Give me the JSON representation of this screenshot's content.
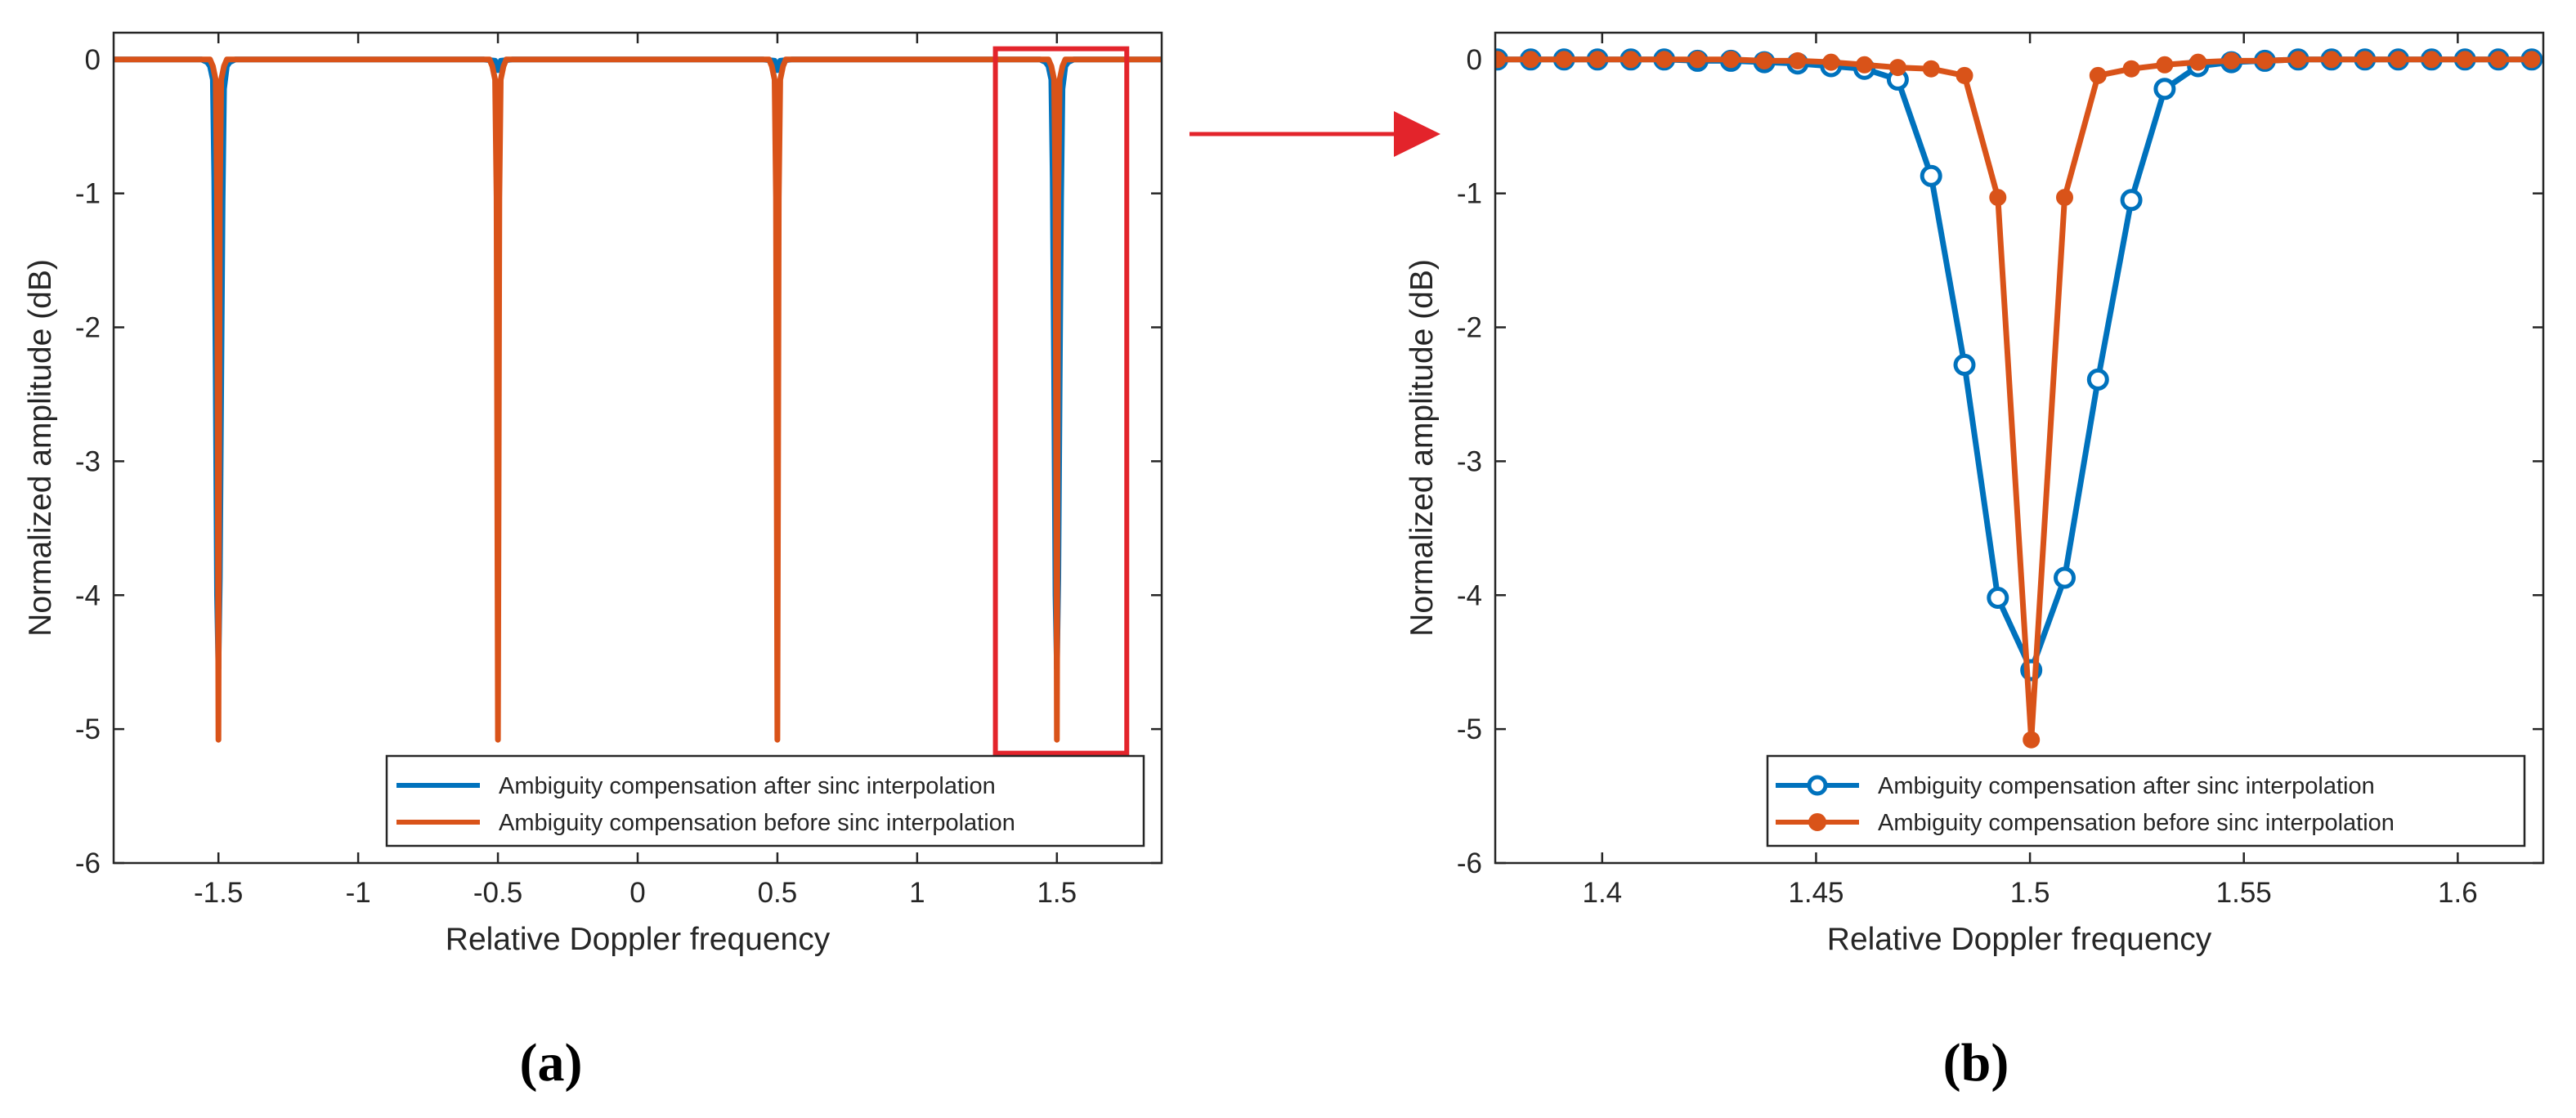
{
  "colors": {
    "series_after": "#0072BD",
    "series_before": "#D95319",
    "zoom_box": "#E3242B",
    "arrow": "#E3242B",
    "axis": "#262626"
  },
  "panels": [
    {
      "label": "(a)"
    },
    {
      "label": "(b)"
    }
  ],
  "chart_data": [
    {
      "type": "line",
      "xlabel": "Relative Doppler frequency",
      "ylabel": "Normalized amplitude (dB)",
      "xlim": [
        -1.875,
        1.875
      ],
      "ylim": [
        -6,
        0.2
      ],
      "xticks": [
        -1.5,
        -1,
        -0.5,
        0,
        0.5,
        1,
        1.5
      ],
      "xtick_labels": [
        "-1.5",
        "-1",
        "-0.5",
        "0",
        "0.5",
        "1",
        "1.5"
      ],
      "yticks": [
        0,
        -1,
        -2,
        -3,
        -4,
        -5,
        -6
      ],
      "ytick_labels": [
        "0",
        "-1",
        "-2",
        "-3",
        "-4",
        "-5",
        "-6"
      ],
      "grid": false,
      "legend_position": "bottom-right",
      "zoom_box": {
        "x": [
          1.28,
          1.75
        ],
        "y": [
          -5.18,
          0.08
        ]
      },
      "series": [
        {
          "name": "Ambiguity compensation after sinc interpolation",
          "x": [
            -1.875,
            -1.56,
            -1.54,
            -1.53,
            -1.52,
            -1.515,
            -1.51,
            -1.505,
            -1.5,
            -1.495,
            -1.49,
            -1.485,
            -1.48,
            -1.47,
            -1.46,
            -1.44,
            -0.55,
            -0.51,
            -0.505,
            -0.5,
            -0.495,
            -0.49,
            -0.45,
            0.45,
            0.49,
            0.495,
            0.5,
            0.505,
            0.51,
            0.55,
            1.44,
            1.46,
            1.47,
            1.48,
            1.485,
            1.49,
            1.495,
            1.5,
            1.505,
            1.51,
            1.515,
            1.52,
            1.53,
            1.54,
            1.56,
            1.875
          ],
          "y": [
            0,
            0,
            -0.02,
            -0.05,
            -0.15,
            -0.88,
            -2.3,
            -4.0,
            -4.55,
            -3.87,
            -2.4,
            -1.05,
            -0.22,
            -0.05,
            -0.02,
            0,
            0,
            -0.01,
            -0.06,
            -0.08,
            -0.06,
            -0.01,
            0,
            0,
            -0.01,
            -0.06,
            -0.08,
            -0.06,
            -0.01,
            0,
            0,
            -0.02,
            -0.05,
            -0.15,
            -0.88,
            -2.3,
            -4.0,
            -4.55,
            -3.87,
            -2.4,
            -1.05,
            -0.22,
            -0.05,
            -0.02,
            0,
            0
          ]
        },
        {
          "name": "Ambiguity compensation before sinc interpolation",
          "x": [
            -1.875,
            -1.53,
            -1.52,
            -1.51,
            -1.505,
            -1.5,
            -1.495,
            -1.49,
            -1.48,
            -1.47,
            -0.53,
            -0.52,
            -0.51,
            -0.505,
            -0.5,
            -0.495,
            -0.49,
            -0.48,
            -0.47,
            0.47,
            0.48,
            0.49,
            0.495,
            0.5,
            0.505,
            0.51,
            0.52,
            0.53,
            1.47,
            1.48,
            1.49,
            1.495,
            1.5,
            1.505,
            1.51,
            1.52,
            1.53,
            1.875
          ],
          "y": [
            0,
            0,
            -0.05,
            -0.15,
            -1.03,
            -5.08,
            -1.03,
            -0.15,
            -0.05,
            0,
            0,
            -0.05,
            -0.15,
            -1.03,
            -5.08,
            -1.03,
            -0.15,
            -0.05,
            0,
            0,
            -0.05,
            -0.15,
            -1.03,
            -5.08,
            -1.03,
            -0.15,
            -0.05,
            0,
            0,
            -0.05,
            -0.15,
            -1.03,
            -5.08,
            -1.03,
            -0.15,
            -0.05,
            0,
            0
          ]
        }
      ]
    },
    {
      "type": "line",
      "xlabel": "Relative Doppler frequency",
      "ylabel": "Normalized amplitude (dB)",
      "xlim": [
        1.375,
        1.62
      ],
      "ylim": [
        -6,
        0.2
      ],
      "xticks": [
        1.4,
        1.45,
        1.5,
        1.55,
        1.6
      ],
      "xtick_labels": [
        "1.4",
        "1.45",
        "1.5",
        "1.55",
        "1.6"
      ],
      "yticks": [
        0,
        -1,
        -2,
        -3,
        -4,
        -5,
        -6
      ],
      "ytick_labels": [
        "0",
        "-1",
        "-2",
        "-3",
        "-4",
        "-5",
        "-6"
      ],
      "grid": false,
      "legend_position": "bottom-right",
      "series": [
        {
          "name": "Ambiguity compensation after sinc interpolation",
          "marker": "open-circle",
          "x": [
            1.3755,
            1.3833,
            1.3911,
            1.3989,
            1.4067,
            1.4145,
            1.4223,
            1.4301,
            1.4379,
            1.4457,
            1.4535,
            1.4613,
            1.4691,
            1.4769,
            1.4847,
            1.4925,
            1.5003,
            1.5081,
            1.5159,
            1.5237,
            1.5315,
            1.5393,
            1.5471,
            1.5549,
            1.5627,
            1.5705,
            1.5783,
            1.5861,
            1.5939,
            1.6017,
            1.6095,
            1.6173
          ],
          "y": [
            0,
            0,
            0,
            0,
            0,
            0,
            -0.01,
            -0.01,
            -0.02,
            -0.03,
            -0.05,
            -0.07,
            -0.15,
            -0.87,
            -2.28,
            -4.02,
            -4.56,
            -3.87,
            -2.39,
            -1.05,
            -0.22,
            -0.05,
            -0.02,
            -0.01,
            0,
            0,
            0,
            0,
            0,
            0,
            0,
            0
          ]
        },
        {
          "name": "Ambiguity compensation before sinc interpolation",
          "marker": "filled-circle",
          "x": [
            1.3755,
            1.3833,
            1.3911,
            1.3989,
            1.4067,
            1.4145,
            1.4223,
            1.4301,
            1.4379,
            1.4457,
            1.4535,
            1.4613,
            1.4691,
            1.4769,
            1.4847,
            1.4925,
            1.5003,
            1.5081,
            1.5159,
            1.5237,
            1.5315,
            1.5393,
            1.5471,
            1.5549,
            1.5627,
            1.5705,
            1.5783,
            1.5861,
            1.5939,
            1.6017,
            1.6095,
            1.6173
          ],
          "y": [
            0,
            0,
            0,
            0,
            0,
            0,
            0,
            0,
            -0.01,
            -0.01,
            -0.02,
            -0.04,
            -0.06,
            -0.07,
            -0.12,
            -1.03,
            -5.08,
            -1.03,
            -0.12,
            -0.07,
            -0.04,
            -0.02,
            -0.01,
            -0.01,
            0,
            0,
            0,
            0,
            0,
            0,
            0,
            0
          ]
        }
      ]
    }
  ]
}
